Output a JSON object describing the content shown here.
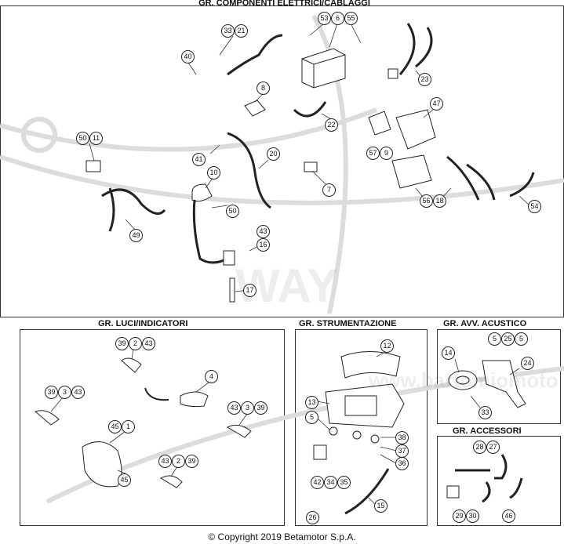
{
  "sections": {
    "electrical": "GR. COMPONENTI ELETTRICI/CABLAGGI",
    "lights": "GR. LUCI/INDICATORI",
    "instruments": "GR. STRUMENTAZIONE",
    "horn": "GR. AVV. ACUSTICO",
    "accessories": "GR. ACCESSORI"
  },
  "footer": "© Copyright 2019 Betamotor S.p.A.",
  "watermark": {
    "text1": "WAY",
    "text2": "www.bartomiomoto"
  },
  "callouts": {
    "electrical": [
      "53",
      "6",
      "55",
      "33",
      "21",
      "40",
      "23",
      "8",
      "47",
      "22",
      "50",
      "11",
      "57",
      "9",
      "20",
      "41",
      "7",
      "10",
      "56",
      "18",
      "54",
      "50",
      "49",
      "43",
      "16",
      "17"
    ],
    "lights": [
      "39",
      "2",
      "43",
      "4",
      "39",
      "3",
      "43",
      "45",
      "1",
      "43",
      "3",
      "39",
      "45",
      "43",
      "2",
      "39"
    ],
    "instruments": [
      "12",
      "13",
      "5",
      "38",
      "37",
      "36",
      "42",
      "34",
      "35",
      "15",
      "26"
    ],
    "horn": [
      "5",
      "25",
      "5",
      "14",
      "24",
      "33"
    ],
    "accessories": [
      "28",
      "27",
      "29",
      "30",
      "46"
    ]
  }
}
